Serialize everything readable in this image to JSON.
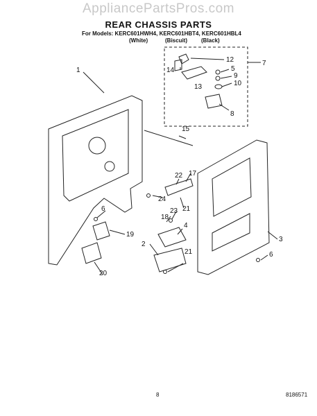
{
  "watermark": "AppliancePartsPros.com",
  "title": "REAR CHASSIS PARTS",
  "models": "For Models: KERC601HWH4, KERC601HBT4, KERC601HBL4",
  "colors": [
    "(White)",
    "(Biscuit)",
    "(Black)"
  ],
  "page_number": "8",
  "part_number": "8186571",
  "callouts": [
    "1",
    "2",
    "3",
    "4",
    "5",
    "6",
    "6",
    "7",
    "8",
    "9",
    "10",
    "12",
    "13",
    "14",
    "15",
    "17",
    "18",
    "19",
    "20",
    "21",
    "21",
    "22",
    "23",
    "24"
  ]
}
